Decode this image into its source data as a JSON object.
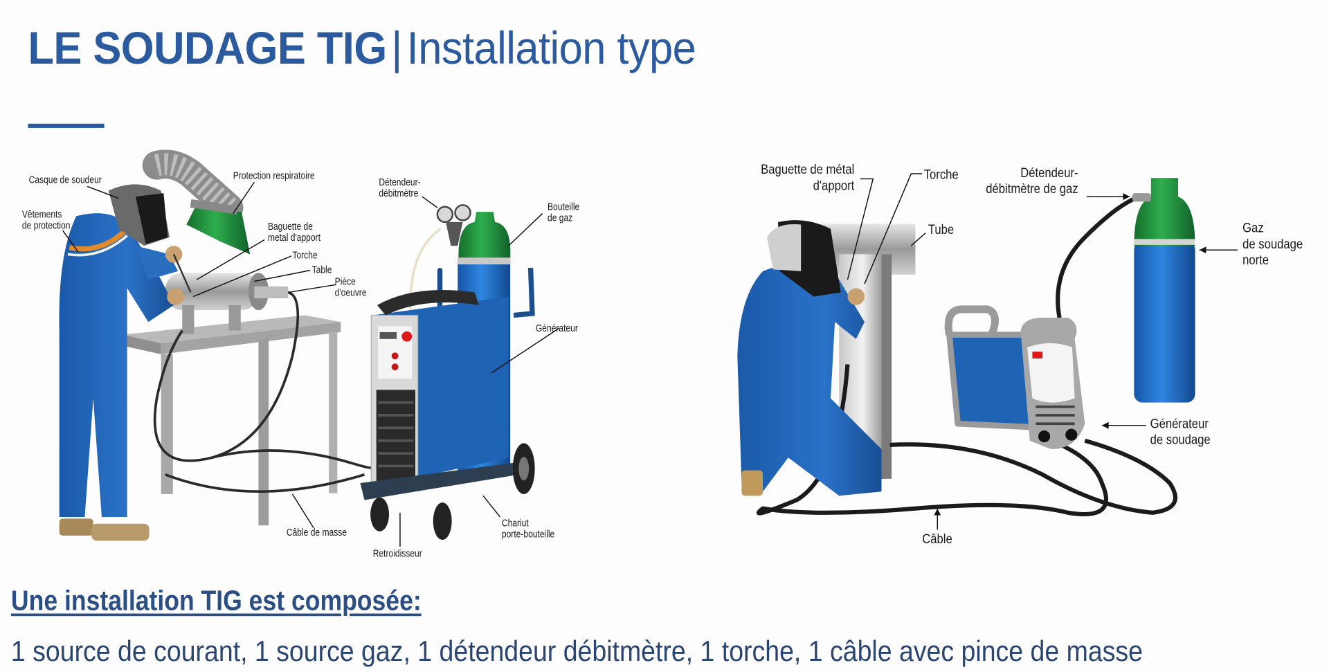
{
  "title": {
    "bold": "LE SOUDAGE TIG",
    "separator": "|",
    "subtitle": "Installation type"
  },
  "colors": {
    "title_blue": "#2b5a9e",
    "heading_blue": "#2b4f85",
    "equipment_blue": "#1f63b5",
    "gas_green": "#1f8a3a"
  },
  "left_diagram": {
    "labels": {
      "casque": "Casque de soudeur",
      "vetements_1": "Vêtements",
      "vetements_2": "de protection",
      "protection_resp": "Protection respiratoire",
      "baguette_1": "Baguette de",
      "baguette_2": "metal d'apport",
      "torche": "Torche",
      "table": "Table",
      "piece_1": "Pièce",
      "piece_2": "d'oeuvre",
      "detendeur_1": "Détendeur-",
      "detendeur_2": "débitmètre",
      "bouteille_1": "Bouteille",
      "bouteille_2": "de gaz",
      "generateur": "Générateur",
      "cable_masse": "Câble de masse",
      "retroidisseur": "Retroidisseur",
      "chariot_1": "Chariut",
      "chariot_2": "porte-bouteille"
    }
  },
  "right_diagram": {
    "labels": {
      "baguette_1": "Baguette de métal",
      "baguette_2": "d'apport",
      "torche": "Torche",
      "tube": "Tube",
      "detendeur_1": "Détendeur-",
      "detendeur_2": "débitmètre de gaz",
      "gaz_1": "Gaz",
      "gaz_2": "de soudage",
      "gaz_3": "norte",
      "generateur_1": "Générateur",
      "generateur_2": "de soudage",
      "cable": "Câble"
    }
  },
  "summary": {
    "heading": "Une installation TIG est composée:",
    "body": "1 source de courant, 1 source gaz, 1 détendeur débitmètre, 1 torche, 1 câble avec pince de masse"
  }
}
